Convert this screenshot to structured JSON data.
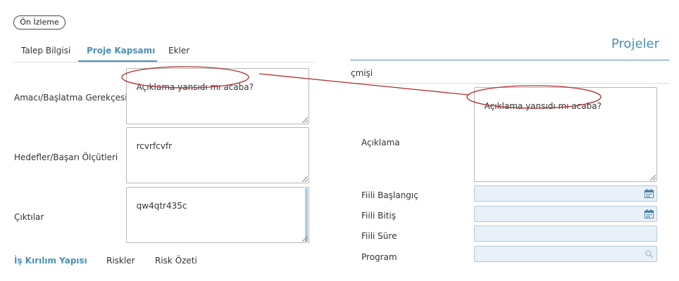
{
  "toolbar": {
    "preview_label": "Ön İzleme"
  },
  "left_tabs": [
    {
      "label": "Talep Bilgisi",
      "active": false
    },
    {
      "label": "Proje Kapsamı",
      "active": true
    },
    {
      "label": "Ekler",
      "active": false
    }
  ],
  "form": {
    "fields": [
      {
        "label": "Amacı/Başlatma Gerekçesi",
        "value": "Açıklama yansıdı mı acaba?"
      },
      {
        "label": "Hedefler/Başarı Ölçütleri",
        "value": "rcvrfcvfr"
      },
      {
        "label": "Çıktılar",
        "value": "qw4qtr435c"
      }
    ]
  },
  "bottom_tabs": [
    {
      "label": "İş Kırılım Yapısı",
      "active": true
    },
    {
      "label": "Riskler",
      "active": false
    },
    {
      "label": "Risk Özeti",
      "active": false
    }
  ],
  "right_panel": {
    "title": "Projeler",
    "partial_label": "çmişi",
    "description": {
      "label": "Açıklama",
      "value": "Açıklama yansıdı mı acaba?"
    },
    "fields": [
      {
        "label": "Fiili Başlangıç",
        "value": "",
        "icon": "calendar-icon"
      },
      {
        "label": "Fiili Bitiş",
        "value": "",
        "icon": "calendar-icon"
      },
      {
        "label": "Fiili Süre",
        "value": ""
      },
      {
        "label": "Program",
        "value": "",
        "icon": "search-icon"
      }
    ]
  },
  "colors": {
    "accent": "#4a90b8",
    "annotation": "#b03030",
    "input_bg": "#e8f1fa"
  }
}
